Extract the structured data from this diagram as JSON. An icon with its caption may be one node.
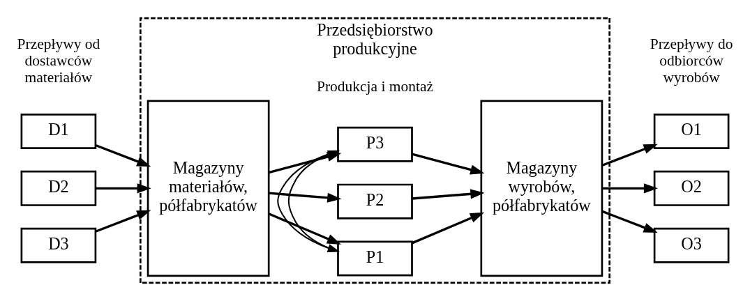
{
  "diagram": {
    "nodes": [
      {
        "text": [
          "Przedsiębiorstwo produkcyjne"
        ]
      },
      {
        "text": [
          "D1"
        ]
      },
      {
        "text": [
          "D2"
        ]
      },
      {
        "text": [
          "D3"
        ]
      },
      {
        "text": [
          "Magazyny materiałów, półfabrykatów"
        ],
        "in": 0
      },
      {
        "text": [
          "P1"
        ],
        "in": 0
      },
      {
        "text": [
          "P2"
        ],
        "in": 0
      },
      {
        "text": [
          "P3"
        ],
        "in": 0
      },
      {
        "text": [
          "Magazyny wyrobów, półfabrykatów"
        ],
        "in": 0
      },
      {
        "text": [
          "O1"
        ]
      },
      {
        "text": [
          "O2"
        ]
      },
      {
        "text": [
          "O3"
        ]
      }
    ],
    "edges": [
      {
        "from": 1,
        "to": 4,
        "arrow": "to"
      },
      {
        "from": 2,
        "to": 4,
        "arrow": "to"
      },
      {
        "from": 3,
        "to": 4,
        "arrow": "to"
      },
      {
        "from": 4,
        "to": 5,
        "arrow": "to"
      },
      {
        "from": 4,
        "to": 6,
        "arrow": "to"
      },
      {
        "from": 4,
        "to": 7,
        "arrow": "to"
      },
      {
        "from": 5,
        "to": 8,
        "arrow": "to"
      },
      {
        "from": 6,
        "to": 8,
        "arrow": "to"
      },
      {
        "from": 7,
        "to": 8,
        "arrow": "to"
      },
      {
        "from": 8,
        "to": 9,
        "arrow": "to"
      },
      {
        "from": 8,
        "to": 10,
        "arrow": "to"
      },
      {
        "from": 8,
        "to": 11,
        "arrow": "to"
      },
      {
        "from": 5,
        "to": 7,
        "arrow": "to"
      },
      {
        "from": 7,
        "to": 5,
        "arrow": "to"
      }
    ],
    "labels": [
      "Przepływy od dostawców materiałów",
      "Przepływy do odbiorców wyrobów",
      "Produkcja i montaż"
    ]
  }
}
